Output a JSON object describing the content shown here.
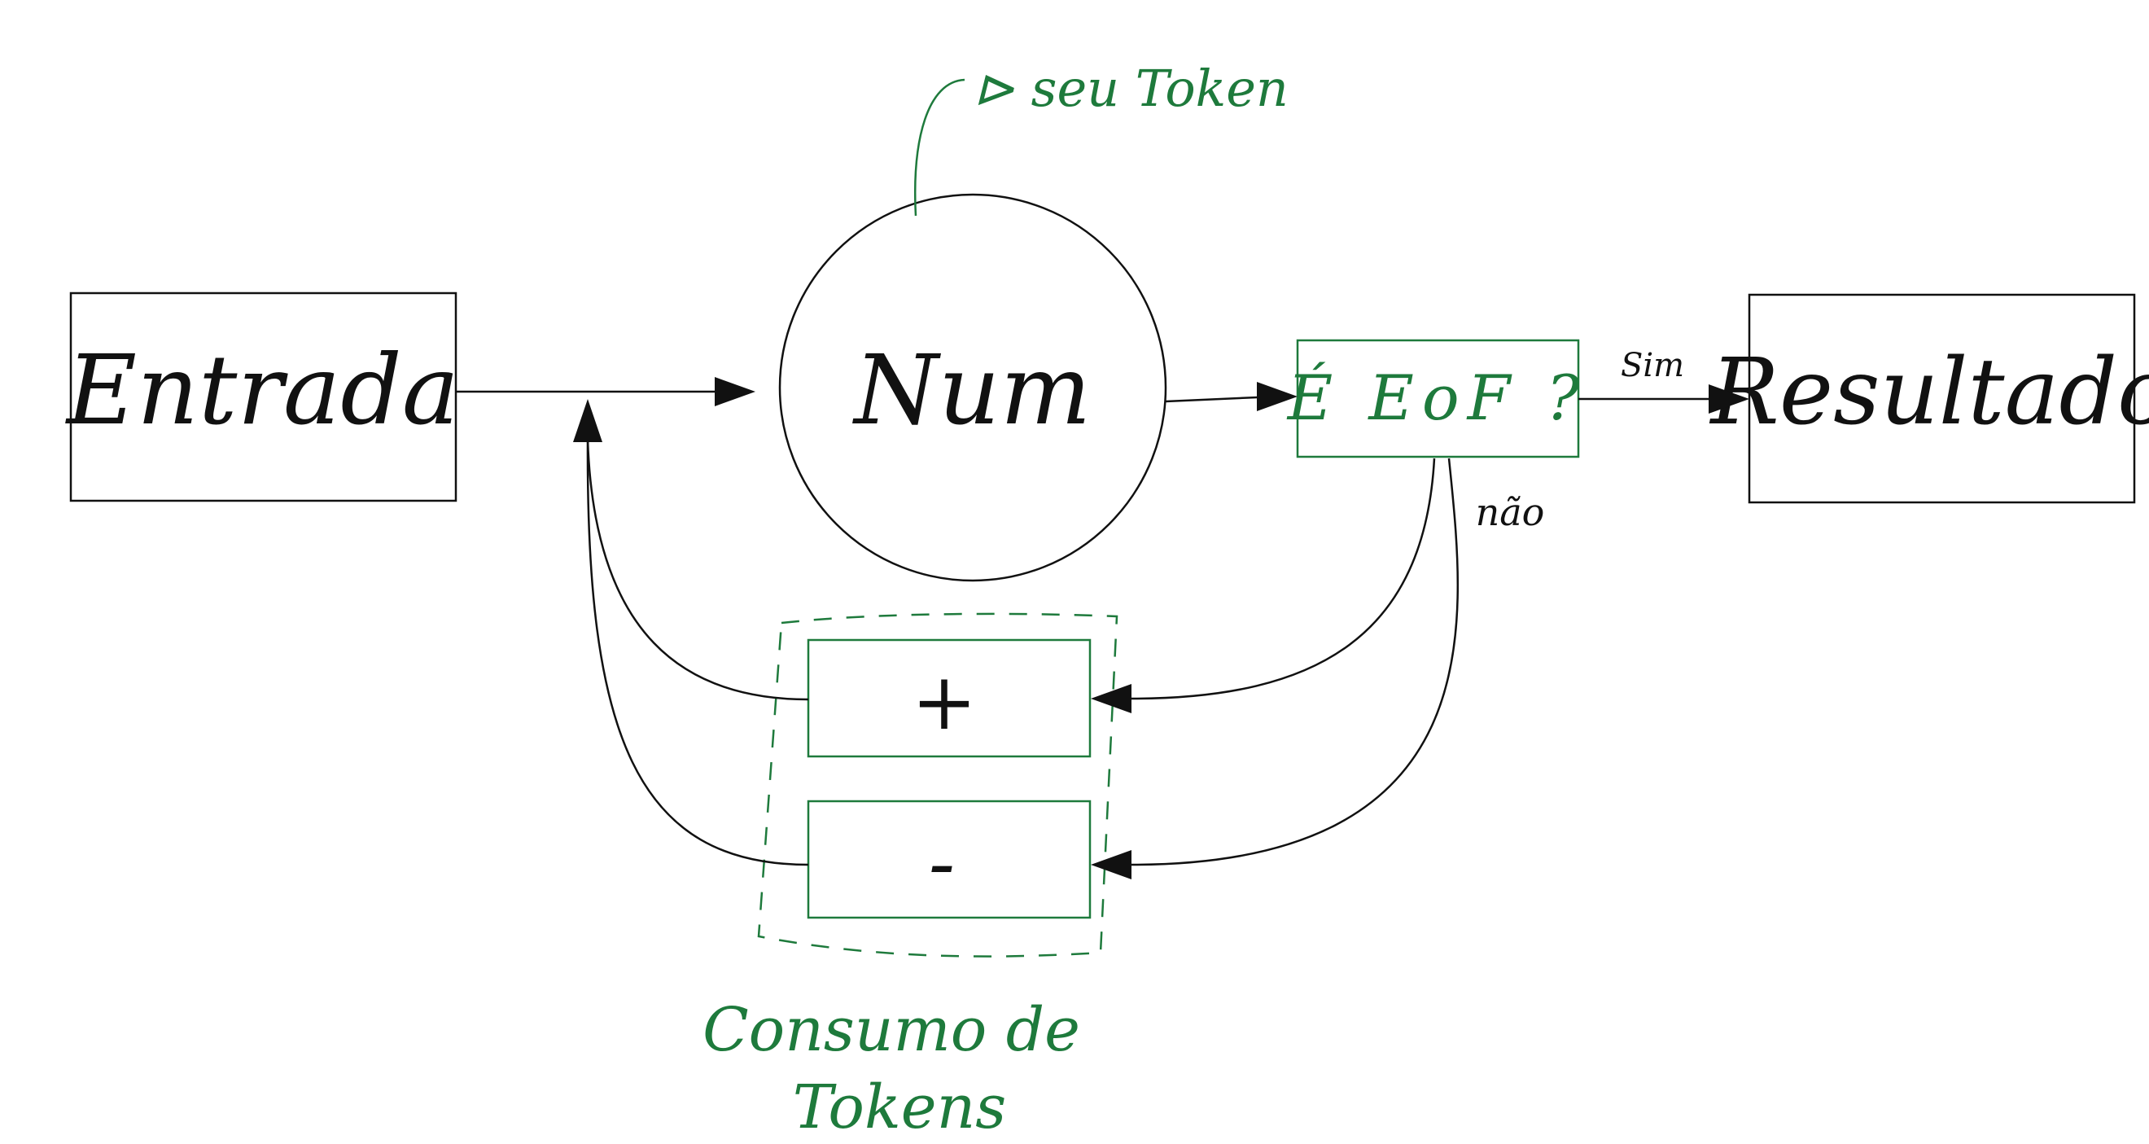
{
  "diagram": {
    "nodes": {
      "entrada": "Entrada",
      "num": "Num",
      "eof": "É EoF ?",
      "resultado": "Resultado",
      "plus": "+",
      "minus": "-"
    },
    "edge_labels": {
      "sim": "Sim",
      "nao": "não"
    },
    "annotations": {
      "seu_token": "⊳ seu Token",
      "consumo_line1": "Consumo de",
      "consumo_line2": "Tokens"
    },
    "colors": {
      "ink": "#111111",
      "accent": "#1e7a3c"
    }
  }
}
